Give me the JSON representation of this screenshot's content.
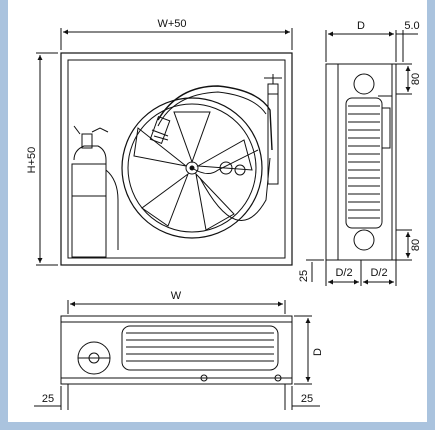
{
  "front_view": {
    "width_label": "W+50",
    "height_label": "H+50"
  },
  "side_view": {
    "depth_label": "D",
    "offset_label": "5.0",
    "top_label": "80",
    "bottom_label": "80",
    "half_depth_left": "D/2",
    "half_depth_right": "D/2",
    "base_label": "25"
  },
  "top_view": {
    "width_label": "W",
    "depth_label": "D",
    "left_offset_label": "25",
    "right_offset_label": "25"
  }
}
